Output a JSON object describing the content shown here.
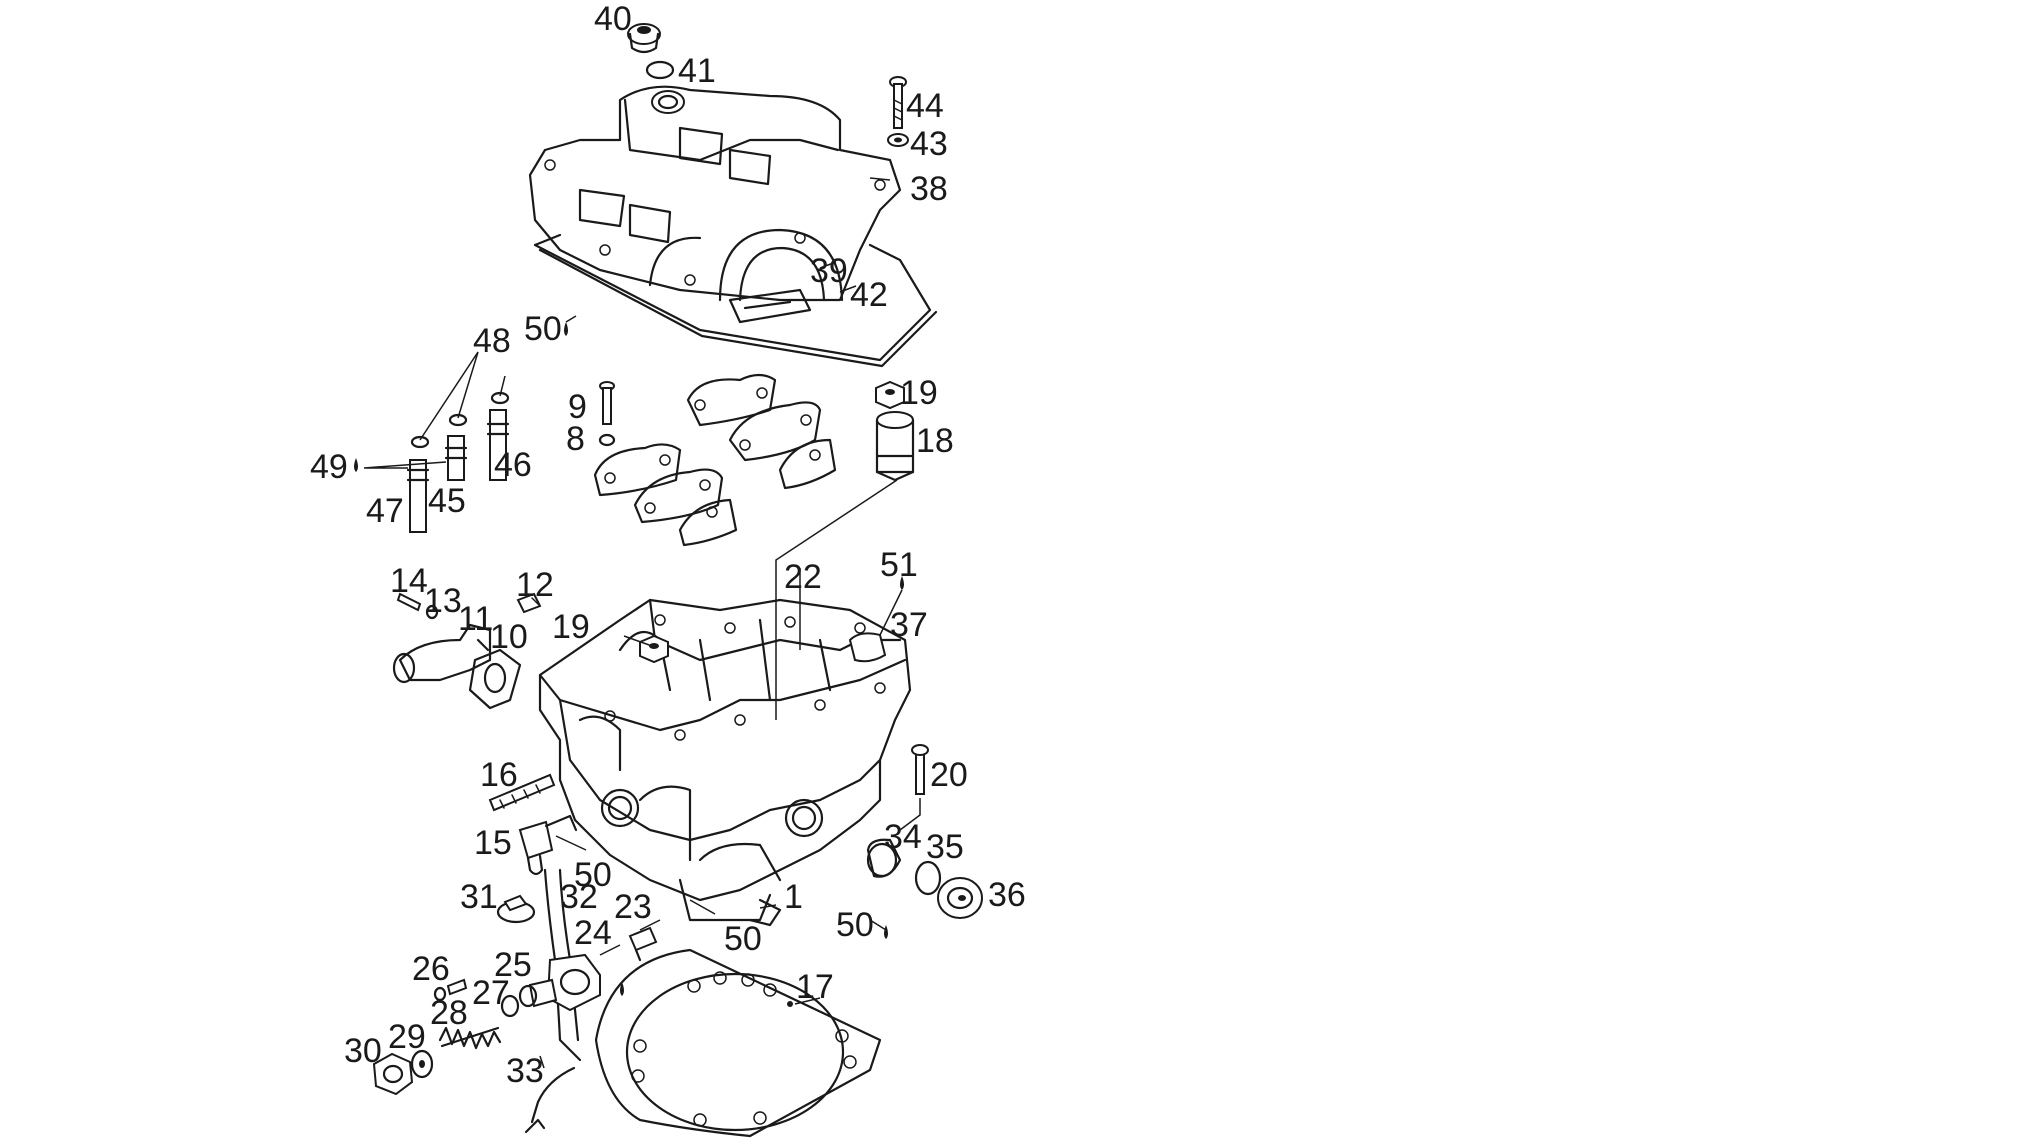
{
  "diagram": {
    "labels": [
      {
        "text": "40"
      },
      {
        "text": "41"
      },
      {
        "text": "44"
      },
      {
        "text": "43"
      },
      {
        "text": "38"
      },
      {
        "text": "39"
      },
      {
        "text": "42"
      },
      {
        "text": "50"
      },
      {
        "text": "48"
      },
      {
        "text": "9"
      },
      {
        "text": "8"
      },
      {
        "text": "19"
      },
      {
        "text": "18"
      },
      {
        "text": "49"
      },
      {
        "text": "46"
      },
      {
        "text": "47"
      },
      {
        "text": "45"
      },
      {
        "text": "14"
      },
      {
        "text": "13"
      },
      {
        "text": "11"
      },
      {
        "text": "12"
      },
      {
        "text": "10"
      },
      {
        "text": "19"
      },
      {
        "text": "22"
      },
      {
        "text": "51"
      },
      {
        "text": "37"
      },
      {
        "text": "16"
      },
      {
        "text": "20"
      },
      {
        "text": "15"
      },
      {
        "text": "50"
      },
      {
        "text": "34"
      },
      {
        "text": "35"
      },
      {
        "text": "31"
      },
      {
        "text": "32"
      },
      {
        "text": "23"
      },
      {
        "text": "1"
      },
      {
        "text": "36"
      },
      {
        "text": "50"
      },
      {
        "text": "24"
      },
      {
        "text": "50"
      },
      {
        "text": "26"
      },
      {
        "text": "25"
      },
      {
        "text": "27"
      },
      {
        "text": "28"
      },
      {
        "text": "17"
      },
      {
        "text": "30"
      },
      {
        "text": "29"
      },
      {
        "text": "33"
      }
    ]
  }
}
